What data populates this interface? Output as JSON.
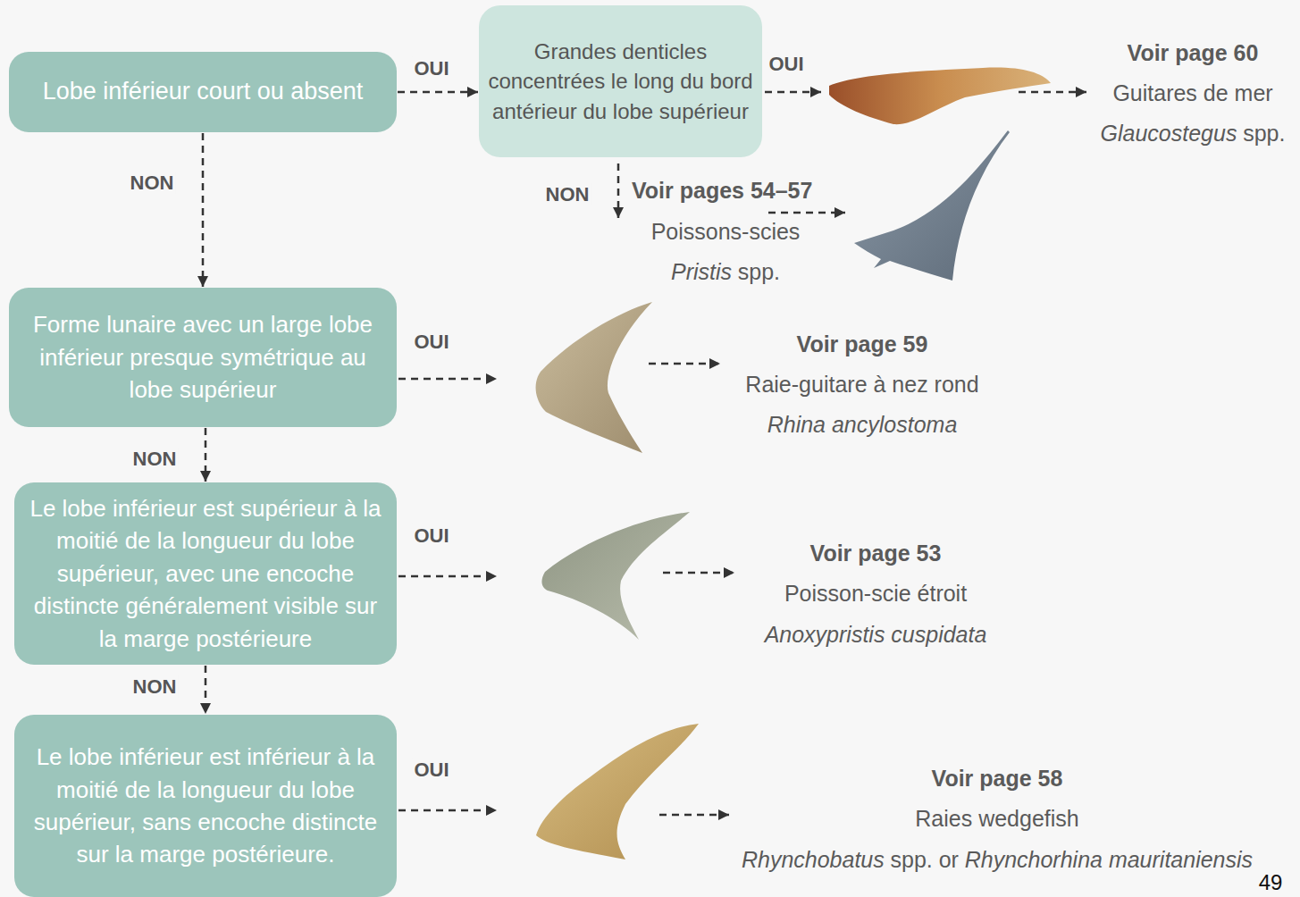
{
  "diagram": {
    "nodes": [
      {
        "text": [
          "Lobe inférieur court ou absent"
        ]
      },
      {
        "text": [
          "Grandes denticles concentrées le long du bord antérieur du lobe supérieur"
        ]
      },
      {
        "text": [
          "Forme lunaire avec un large lobe inférieur presque symétrique au lobe supérieur"
        ]
      },
      {
        "text": [
          "Le lobe inférieur est supérieur à la moitié de la longueur du lobe supérieur, avec une encoche distincte généralement visible sur la marge postérieure"
        ]
      },
      {
        "text": [
          "Le lobe inférieur est inférieur à la moitié de la longueur du lobe supérieur, sans encoche distincte sur la marge postérieure."
        ]
      }
    ],
    "edges": [
      {
        "from": 0,
        "to": 1,
        "label": "OUI",
        "arrow": "to"
      },
      {
        "from": 0,
        "to": 2,
        "label": "NON",
        "arrow": "to"
      },
      {
        "from": 2,
        "to": 3,
        "label": "NON",
        "arrow": "to"
      },
      {
        "from": 3,
        "to": 4,
        "label": "NON",
        "arrow": "to"
      }
    ],
    "labels": [
      "OUI",
      "NON",
      "Voir page 60",
      "Guitares de mer",
      "Glaucostegus",
      "spp.",
      "Voir pages 54–57",
      "Poissons-scies",
      "Pristis",
      "spp.",
      "OUI",
      "Voir page 59",
      "Raie-guitare à nez rond",
      "Rhina ancylostoma",
      "OUI",
      "Voir page 53",
      "Poisson-scie étroit",
      "Anoxypristis cuspidata",
      "OUI",
      "Voir page 58",
      "Raies wedgefish",
      "Rhynchobatus",
      "spp. or",
      "Rhynchorhina mauritaniensis",
      "49"
    ]
  }
}
